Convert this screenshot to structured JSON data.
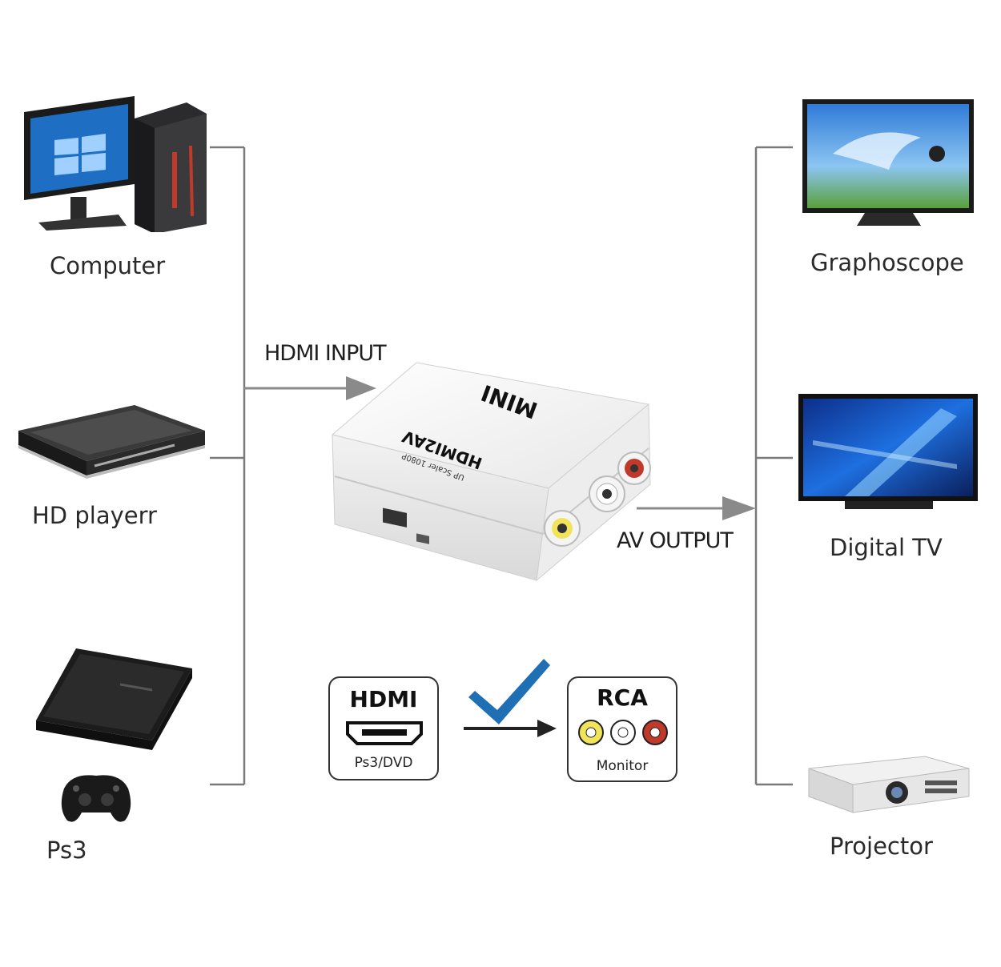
{
  "inputs": {
    "computer": "Computer",
    "hd_player": "HD playerr",
    "ps3": "Ps3"
  },
  "connections": {
    "hdmi_input": "HDMI INPUT",
    "av_output": "AV OUTPUT"
  },
  "device": {
    "brand": "MINI",
    "model": "HDMI2AV",
    "subtitle": "UP Scaler 1080P"
  },
  "outputs": {
    "graphoscope": "Graphoscope",
    "digital_tv": "Digital  TV",
    "projector": "Projector"
  },
  "legend": {
    "hdmi_title": "HDMI",
    "hdmi_caption": "Ps3/DVD",
    "rca_title": "RCA",
    "rca_caption": "Monitor"
  },
  "colors": {
    "line": "#777777",
    "arrow": "#8a8a8a",
    "check": "#1f6fb5",
    "rca_yellow": "#f2e45a",
    "rca_white": "#ffffff",
    "rca_red": "#c0392b"
  },
  "icons": [
    "computer-icon",
    "hd-player-icon",
    "ps3-icon",
    "gamepad-icon",
    "converter-box-icon",
    "tv-icon",
    "digital-tv-icon",
    "projector-icon",
    "checkmark-icon",
    "hdmi-port-icon",
    "rca-jacks-icon"
  ]
}
